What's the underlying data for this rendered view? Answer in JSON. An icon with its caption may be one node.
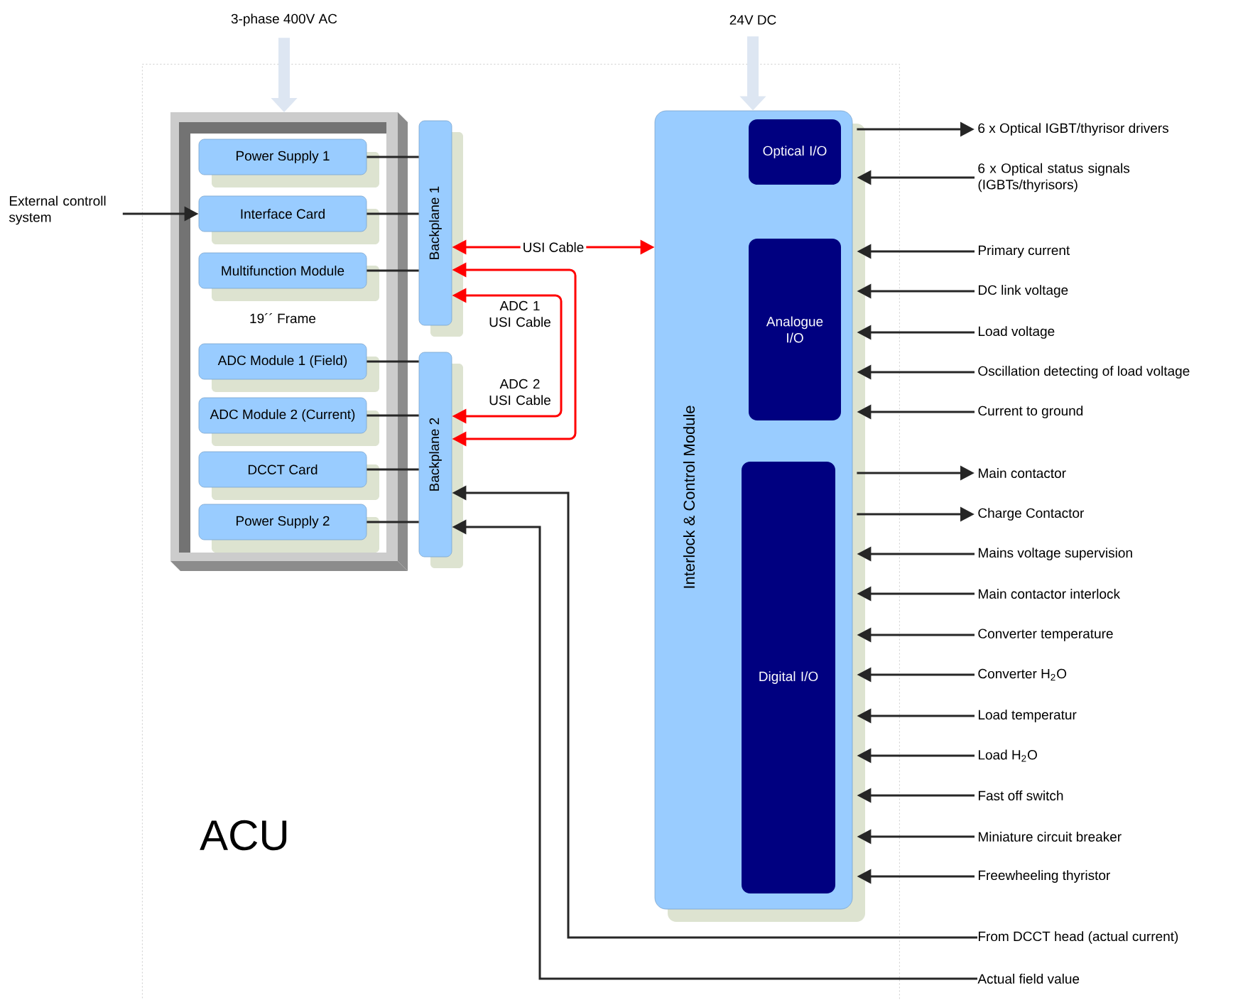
{
  "diagram": {
    "nodes": [
      {
        "text": [
          "ACU"
        ]
      },
      {
        "text": [
          "19´´ Frame"
        ],
        "in": 0
      },
      {
        "text": [
          "Power Supply 1"
        ],
        "in": 1
      },
      {
        "text": [
          "Interface Card"
        ],
        "in": 1
      },
      {
        "text": [
          "Multifunction Module"
        ],
        "in": 1
      },
      {
        "text": [
          "ADC Module 1 (Field)"
        ],
        "in": 1
      },
      {
        "text": [
          "ADC Module 2 (Current)"
        ],
        "in": 1
      },
      {
        "text": [
          "DCCT Card"
        ],
        "in": 1
      },
      {
        "text": [
          "Power Supply 2"
        ],
        "in": 1
      },
      {
        "text": [
          "Backplane 1"
        ],
        "in": 0
      },
      {
        "text": [
          "Backplane 2"
        ],
        "in": 0
      },
      {
        "text": [
          "Interlock & Control Module"
        ],
        "in": 0
      },
      {
        "text": [
          "Optical I/O"
        ],
        "in": 11
      },
      {
        "text": [
          "Analogue I/O"
        ],
        "in": 11
      },
      {
        "text": [
          "Digital I/O"
        ],
        "in": 11
      },
      {
        "text": [
          "3-phase 400V AC"
        ]
      },
      {
        "text": [
          "24V DC"
        ]
      },
      {
        "text": [
          "External controll system"
        ]
      },
      {
        "text": [
          "6 x Optical IGBT/thyrisor drivers"
        ]
      },
      {
        "text": [
          "6 x Optical status signals (IGBTs/thyrisors)"
        ]
      },
      {
        "text": [
          "Primary current"
        ]
      },
      {
        "text": [
          "DC link voltage"
        ]
      },
      {
        "text": [
          "Load voltage"
        ]
      },
      {
        "text": [
          "Oscillation detecting of load voltage"
        ]
      },
      {
        "text": [
          "Current to ground"
        ]
      },
      {
        "text": [
          "Main contactor"
        ]
      },
      {
        "text": [
          "Charge Contactor"
        ]
      },
      {
        "text": [
          "Mains voltage supervision"
        ]
      },
      {
        "text": [
          "Main contactor interlock"
        ]
      },
      {
        "text": [
          "Converter temperature"
        ]
      },
      {
        "text": [
          "Converter H$_{2}$O"
        ]
      },
      {
        "text": [
          "Load temperatur"
        ]
      },
      {
        "text": [
          "Load H$_{2}$O"
        ]
      },
      {
        "text": [
          "Fast off switch"
        ]
      },
      {
        "text": [
          "Miniature circuit breaker"
        ]
      },
      {
        "text": [
          "Freewheeling thyristor"
        ]
      },
      {
        "text": [
          "From DCCT head (actual current)"
        ]
      },
      {
        "text": [
          "Actual field value"
        ]
      }
    ],
    "edges": [
      {
        "from": 15,
        "to": 1,
        "arrow": "to",
        "style": "thick",
        "color": "#dde6f2"
      },
      {
        "from": 16,
        "to": 11,
        "arrow": "to",
        "style": "thick",
        "color": "#dde6f2"
      },
      {
        "from": 17,
        "to": 3,
        "arrow": "to"
      },
      {
        "from": 2,
        "to": 9,
        "arrow": "none"
      },
      {
        "from": 3,
        "to": 9,
        "arrow": "none"
      },
      {
        "from": 4,
        "to": 9,
        "arrow": "none"
      },
      {
        "from": 5,
        "to": 10,
        "arrow": "none"
      },
      {
        "from": 6,
        "to": 10,
        "arrow": "none"
      },
      {
        "from": 7,
        "to": 10,
        "arrow": "none"
      },
      {
        "from": 8,
        "to": 10,
        "arrow": "none"
      },
      {
        "from": 9,
        "to": 11,
        "arrow": "both",
        "label": "USI Cable",
        "color": "#ff0000"
      },
      {
        "from": 9,
        "to": 10,
        "arrow": "both",
        "color": "#ff0000"
      },
      {
        "from": 9,
        "to": 10,
        "arrow": "both",
        "color": "#ff0000"
      },
      {
        "from": 11,
        "to": 18,
        "arrow": "to"
      },
      {
        "from": 19,
        "to": 11,
        "arrow": "to"
      },
      {
        "from": 20,
        "to": 11,
        "arrow": "to"
      },
      {
        "from": 21,
        "to": 11,
        "arrow": "to"
      },
      {
        "from": 22,
        "to": 11,
        "arrow": "to"
      },
      {
        "from": 23,
        "to": 11,
        "arrow": "to"
      },
      {
        "from": 24,
        "to": 11,
        "arrow": "to"
      },
      {
        "from": 11,
        "to": 25,
        "arrow": "to"
      },
      {
        "from": 11,
        "to": 26,
        "arrow": "to"
      },
      {
        "from": 27,
        "to": 11,
        "arrow": "to"
      },
      {
        "from": 28,
        "to": 11,
        "arrow": "to"
      },
      {
        "from": 29,
        "to": 11,
        "arrow": "to"
      },
      {
        "from": 30,
        "to": 11,
        "arrow": "to"
      },
      {
        "from": 31,
        "to": 11,
        "arrow": "to"
      },
      {
        "from": 32,
        "to": 11,
        "arrow": "to"
      },
      {
        "from": 33,
        "to": 11,
        "arrow": "to"
      },
      {
        "from": 34,
        "to": 11,
        "arrow": "to"
      },
      {
        "from": 35,
        "to": 11,
        "arrow": "to"
      },
      {
        "from": 36,
        "to": 10,
        "arrow": "to"
      },
      {
        "from": 37,
        "to": 10,
        "arrow": "to"
      }
    ],
    "labels": [
      "ADC 1 USI Cable",
      "ADC 2 USI Cable"
    ]
  }
}
